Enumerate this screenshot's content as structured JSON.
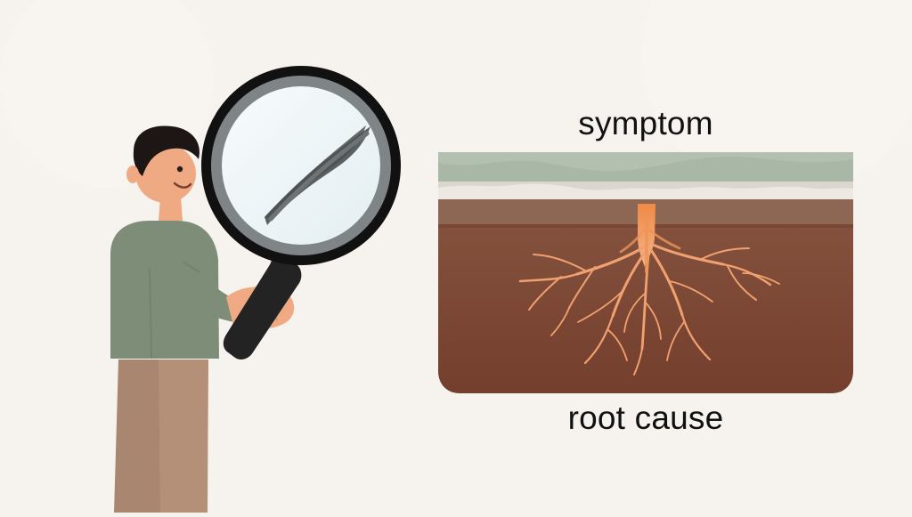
{
  "labels": {
    "top": "symptom",
    "bottom": "root cause"
  },
  "colors": {
    "background": "#f6f3ef",
    "sky_band": "#a9b7a7",
    "mist_band": "#ddd6cf",
    "soil": "#7b4631",
    "root": "#f0a06d",
    "root_core": "#e78545",
    "shirt": "#7f8f79",
    "pants": "#ae8a72",
    "skin": "#f0ab84",
    "hair": "#1d1614",
    "lens_rim": "#1f1f1f",
    "lens_glass": "#eef4f6",
    "handle": "#232323"
  },
  "icons": {
    "magnifier": "magnifying-glass-icon",
    "person": "person-illustration",
    "roots": "root-system-illustration"
  }
}
